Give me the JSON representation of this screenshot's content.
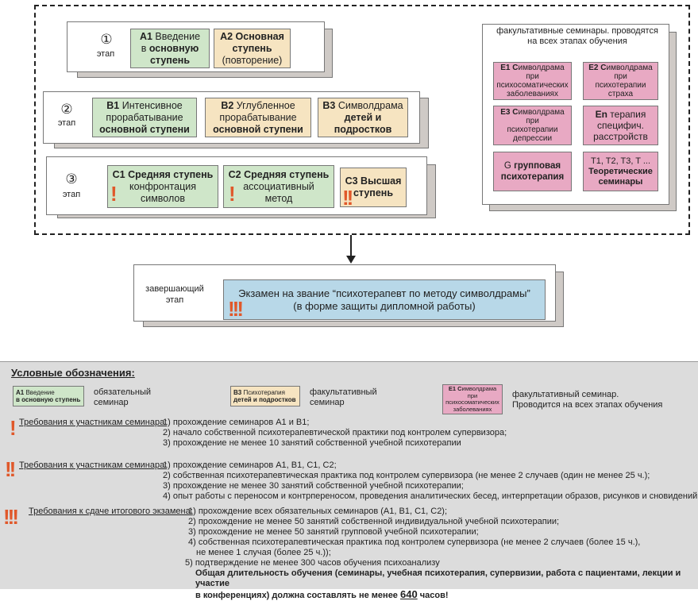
{
  "stage1": {
    "num": "①",
    "label": "этап",
    "a1": {
      "code": "A1",
      "line1": " Введение",
      "line2": "в",
      "line2b": "основную",
      "line3": "ступень"
    },
    "a2": {
      "code": "A2",
      "line1": " Основная",
      "line2": "ступень",
      "line3": "(повторение)"
    }
  },
  "stage2": {
    "num": "②",
    "label": "этап",
    "b1": {
      "code": "B1",
      "line1": " Интенсивное",
      "line2": "прорабатывание",
      "line3": "основной ступени"
    },
    "b2": {
      "code": "B2",
      "line1": " Углубленное",
      "line2": "прорабатывание",
      "line3": "основной ступени"
    },
    "b3": {
      "code": "B3",
      "line1": " Символдрама",
      "line2": "детей и",
      "line3": "подростков"
    }
  },
  "stage3": {
    "num": "③",
    "label": "этап",
    "c1": {
      "line1": "C1 Средняя ступень",
      "line2": "конфронтация",
      "line3": "символов",
      "mark": "!"
    },
    "c2": {
      "line1": "C2 Средняя ступень",
      "line2": "ассоциативный",
      "line3": "метод",
      "mark": "!"
    },
    "c3": {
      "line1": "C3 Высшая",
      "line2": "ступень",
      "mark": "!!"
    }
  },
  "optional": {
    "title": "факультативные семинары. проводятся на всех этапах обучения",
    "e1": {
      "code": "E1 С",
      "rest": "имволдрама",
      "l2": "при",
      "l3": "психосоматических",
      "l4": "заболеваниях"
    },
    "e2": {
      "code": "E2 С",
      "rest": "имволдрама",
      "l2": "при",
      "l3": "психотерапии",
      "l4": "страха"
    },
    "e3": {
      "code": "E3 С",
      "rest": "имволдрама",
      "l2": "при",
      "l3": "психотерапии",
      "l4": "депрессии"
    },
    "en": {
      "code": "En",
      "rest": " терапия",
      "l2": "специфич.",
      "l3": "расстройств"
    },
    "g": {
      "code": "G",
      "rest": " групповая",
      "l2": "психотерапия"
    },
    "t": {
      "l1": "T1, T2, T3, T ...",
      "l2": "Теоретические",
      "l3": "семинары"
    }
  },
  "final": {
    "label1": "завершающий",
    "label2": "этап",
    "exam1": "Экзамен на звание “психотерапевт по методу символдрамы”",
    "exam2": "(в форме защиты дипломной работы)",
    "mark": "!!!"
  },
  "legend": {
    "title": "Условные обозначения:",
    "mandatory_box": {
      "code": "A1",
      "l1": " Введение",
      "l2": "в основную ступень"
    },
    "mandatory_text1": "обязательный",
    "mandatory_text2": "семинар",
    "optional_box": {
      "code": "B3",
      "l1": " Психотерапия",
      "l2": "детей и подростков"
    },
    "optional_text1": "факультативный",
    "optional_text2": "семинар",
    "always_box": {
      "code": "E1 С",
      "l1": "имволдрама",
      "l2": "при",
      "l3": "психосоматических",
      "l4": "заболеваниях"
    },
    "always_text1": "факультативный семинар.",
    "always_text2": "Проводится на всех этапах  обучения",
    "req1": {
      "mark": "!",
      "head": "Требования к участникам семинара:",
      "lines": [
        "1) прохождение семинаров A1 и B1;",
        "2) начало собственной психотерапевтической практики под контролем супервизора;",
        "3) прохождение не менее 10 занятий собственной учебной психотерапии"
      ]
    },
    "req2": {
      "mark": "!!",
      "head": "Требования к участникам семинара:",
      "lines": [
        "1) прохождение семинаров A1,  B1, C1, C2;",
        "2) собственная психотерапевтическая практика под контролем супервизора (не менее 2 случаев (один не менее  25  ч.);",
        "3) прохождение не менее 30 занятий собственной учебной психотерапии;",
        "4) опыт работы с переносом и контрпереносом, проведения аналитических бесед, интерпретации образов, рисунков и сновидений"
      ]
    },
    "req3": {
      "mark": "!!!",
      "head": "Требования к сдаче итогового экзамена:",
      "lines": [
        "1) прохождение всех обязательных семинаров (A1, B1, C1, C2);",
        "2) прохождение не менее 50 занятий собственной индивидуальной  учебной психотерапии;",
        "3) прохождение не менее 50 занятий групповой учебной  психотерапии;",
        "4) собственная психотерапевтическая практика под контролем супервизора (не менее 2 случаев (более 15 ч.),",
        "не менее 1 случая (более 25  ч.));",
        "5) подтверждение не менее 300 часов обучения психоанализу"
      ],
      "total1": "Общая длительность обучения (семинары, учебная психотерапия, супервизии, работа с пациентами, лекции и участие",
      "total2a": "в конференциях)  должна составлять не менее ",
      "total2b": "640",
      "total2c": " часов!"
    }
  }
}
